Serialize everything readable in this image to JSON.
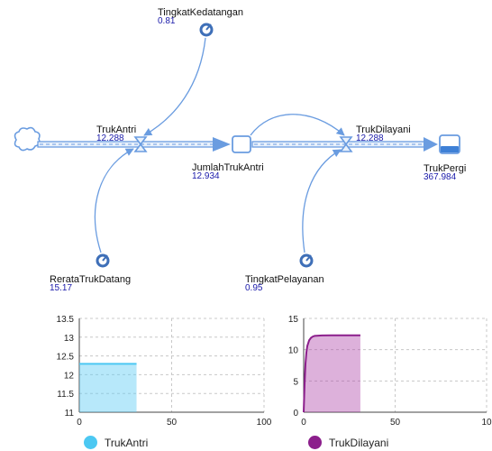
{
  "colors": {
    "flow": "#6a9ce0",
    "link": "#6a9ce0",
    "node_fill": "#e9f1fb",
    "value_text": "#1a1aaa",
    "series_truk_antri": "#4cc8f2",
    "series_truk_dilayani": "#8c1f8c"
  },
  "model": {
    "nodes": {
      "tingkat_kedatangan": {
        "label": "TingkatKedatangan",
        "value": "0.81",
        "icon": "variable-gauge-icon"
      },
      "truk_antri": {
        "label": "TrukAntri",
        "value": "12.288",
        "icon": "flow-valve-icon"
      },
      "jumlah_truk_antri": {
        "label": "JumlahTrukAntri",
        "value": "12.934",
        "icon": "stock-box-icon"
      },
      "truk_dilayani": {
        "label": "TrukDilayani",
        "value": "12.288",
        "icon": "flow-valve-icon"
      },
      "truk_pergi": {
        "label": "TrukPergi",
        "value": "367.984",
        "icon": "stock-box-icon"
      },
      "rerata_truk_datang": {
        "label": "RerataTrukDatang",
        "value": "15.17",
        "icon": "variable-gauge-icon"
      },
      "tingkat_pelayanan": {
        "label": "TingkatPelayanan",
        "value": "0.95",
        "icon": "variable-gauge-icon"
      },
      "source": {
        "icon": "cloud-source-icon"
      }
    }
  },
  "chart_data": [
    {
      "type": "area",
      "series": [
        {
          "name": "TrukAntri",
          "x": [
            0,
            31
          ],
          "y": [
            12.288,
            12.288
          ]
        }
      ],
      "xlim": [
        0,
        100
      ],
      "ylim": [
        11,
        13.5
      ],
      "xticks": [
        "0",
        "50",
        "100"
      ],
      "yticks": [
        "11",
        "11.5",
        "12",
        "12.5",
        "13",
        "13.5"
      ],
      "grid": true,
      "legend": "bottom"
    },
    {
      "type": "area",
      "series": [
        {
          "name": "TrukDilayani",
          "x": [
            0,
            0.5,
            1,
            1.5,
            2,
            3,
            4,
            5,
            6,
            8,
            10,
            15,
            20,
            31
          ],
          "y": [
            0,
            4.5,
            7.8,
            9.6,
            10.6,
            11.5,
            11.9,
            12.1,
            12.2,
            12.25,
            12.28,
            12.288,
            12.288,
            12.288
          ]
        }
      ],
      "xlim": [
        0,
        100
      ],
      "ylim": [
        0,
        15
      ],
      "xticks": [
        "0",
        "50",
        "10"
      ],
      "yticks": [
        "0",
        "5",
        "10",
        "15"
      ],
      "grid": true,
      "legend": "bottom"
    }
  ]
}
